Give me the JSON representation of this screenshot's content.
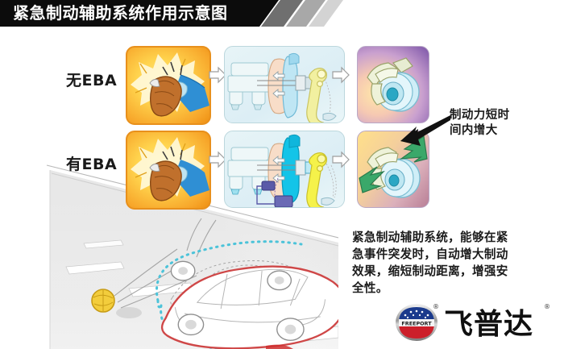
{
  "header": {
    "title": "紧急制动辅助系统作用示意图",
    "bar_color": "#0c0c0c",
    "text_color": "#ffffff"
  },
  "rows": [
    {
      "id": "row-no-eba",
      "label": "无EBA",
      "panels": [
        {
          "name": "brake-pedal-panel",
          "kind": "foot-on-pedal",
          "accent": "#f5a623"
        },
        {
          "name": "brake-booster-panel",
          "kind": "brake-system",
          "accent": "#5bc8dd"
        },
        {
          "name": "brake-disc-panel",
          "kind": "disc-brake",
          "accent": "#7b54a8"
        }
      ],
      "arrows": [
        "white-arrow-right",
        "white-arrow-right"
      ]
    },
    {
      "id": "row-with-eba",
      "label": "有EBA",
      "panels": [
        {
          "name": "brake-pedal-panel",
          "kind": "foot-on-pedal",
          "accent": "#f5a623"
        },
        {
          "name": "brake-booster-panel",
          "kind": "brake-system-eba",
          "accent": "#18bde0"
        },
        {
          "name": "brake-disc-panel",
          "kind": "disc-brake-boost",
          "accent": "#3fae6a"
        }
      ],
      "arrows": [
        "white-arrow-right",
        "white-arrow-right"
      ]
    }
  ],
  "callout": {
    "line1": "制动力短时",
    "line2": "间内增大",
    "arrow": "black-arrow-pointing-left-down"
  },
  "description": {
    "text": "紧急制动辅助系统，能够在紧急事件突发时，自动增大制动效果，缩短制动距离，增强安全性。"
  },
  "scene": {
    "name": "road-braking-illustration",
    "road_color": "#e8e8e8",
    "lane_marking_color": "#ffffff",
    "ball_color": "#f0c419",
    "car_outline_color": "#d14b4b",
    "ghost_path_color": "#5bc8dd"
  },
  "logo": {
    "brand_cn": "飞普达",
    "badge_text": "FREEPORT",
    "registered_mark": "®",
    "badge_blue": "#1b3a8c",
    "badge_red": "#cc1f2a"
  }
}
